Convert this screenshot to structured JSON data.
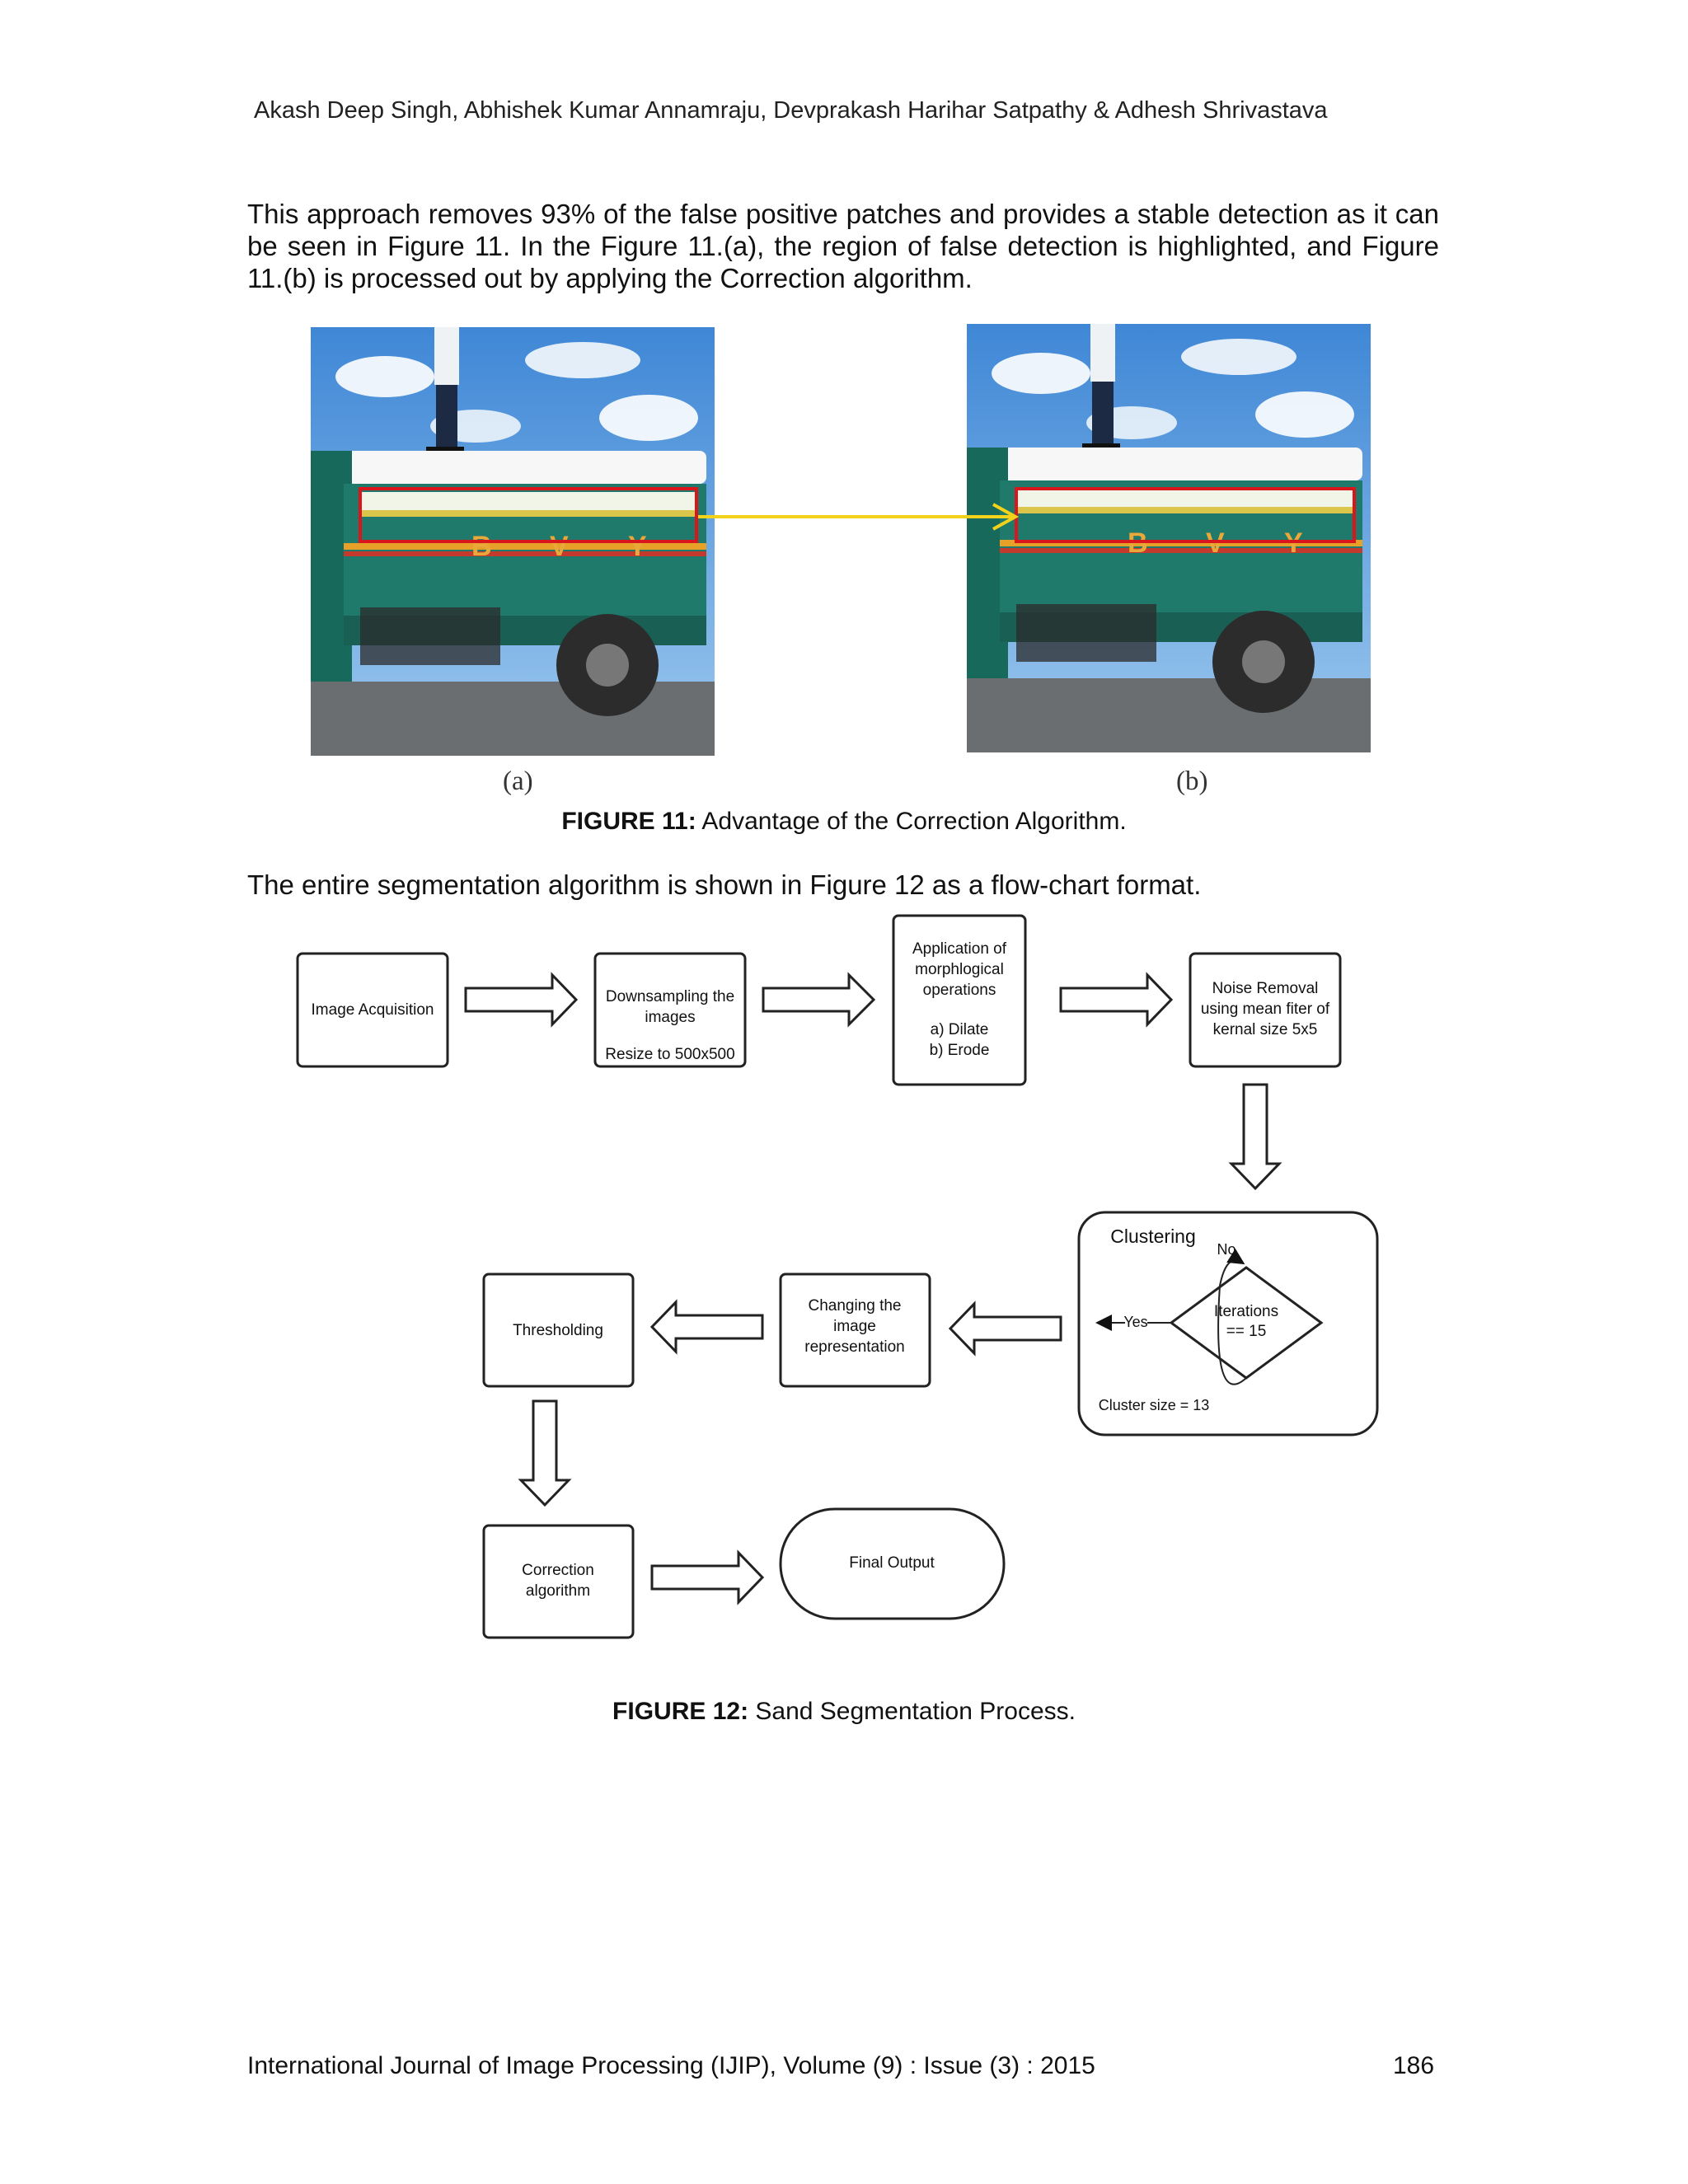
{
  "header": {
    "authors": "Akash Deep Singh, Abhishek Kumar Annamraju, Devprakash Harihar Satpathy & Adhesh Shrivastava"
  },
  "paragraph1": "This approach removes 93% of the false positive patches and provides a stable detection as it can be seen in Figure 11. In the Figure 11.(a), the region of false detection is highlighted, and Figure 11.(b) is processed out by applying the Correction algorithm.",
  "figure11": {
    "label_a": "(a)",
    "label_b": "(b)",
    "caption_prefix": "FIGURE 11:",
    "caption_text": " Advantage of the Correction Algorithm.",
    "truck_letters": [
      "B",
      "V",
      "Y"
    ]
  },
  "paragraph2": "The entire segmentation algorithm is shown in Figure 12 as a flow-chart format.",
  "figure12": {
    "image_acquisition": "Image Acquisition",
    "downsampling_l1": "Downsampling the",
    "downsampling_l2": "images",
    "downsampling_resize": "Resize to 500x500",
    "morph_l1": "Application of",
    "morph_l2": "morphlogical",
    "morph_l3": "operations",
    "morph_dilate": "a) Dilate",
    "morph_erode": "b) Erode",
    "noise_l1": "Noise Removal",
    "noise_l2": "using mean fiter of",
    "noise_l3": "kernal size 5x5",
    "clustering_title": "Clustering",
    "clustering_no": "No",
    "clustering_yes": "Yes",
    "iterations_l1": "Iterations",
    "iterations_l2": "== 15",
    "cluster_size": "Cluster size = 13",
    "changing_l1": "Changing the",
    "changing_l2": "image",
    "changing_l3": "representation",
    "thresholding": "Thresholding",
    "correction_l1": "Correction",
    "correction_l2": "algorithm",
    "final_output": "Final Output",
    "caption_prefix": "FIGURE 12:",
    "caption_text": " Sand Segmentation Process."
  },
  "footer": {
    "journal": "International Journal of Image Processing (IJIP), Volume (9) : Issue (3) : 2015",
    "page_number": "186"
  },
  "colors": {
    "highlight_box": "#d8161b",
    "arrow": "#f2d21a",
    "truck_green": "#1f7a6b",
    "sky": "#5fa3e0"
  }
}
